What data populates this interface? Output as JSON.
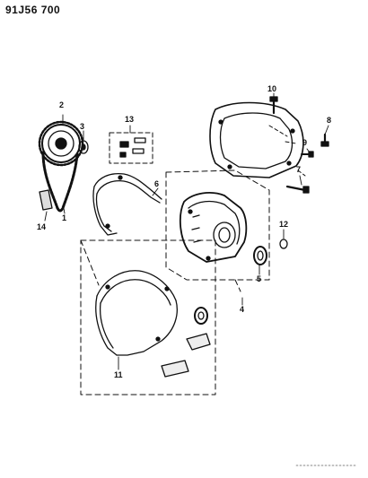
{
  "document_code": "91J56 700",
  "callouts": {
    "c1": "1",
    "c2": "2",
    "c3": "3",
    "c4": "4",
    "c5": "5",
    "c6": "6",
    "c7": "7",
    "c8": "8",
    "c9": "9",
    "c10": "10",
    "c11": "11",
    "c12": "12",
    "c13": "13",
    "c14": "14"
  },
  "colors": {
    "ink": "#111111",
    "background": "#ffffff"
  }
}
